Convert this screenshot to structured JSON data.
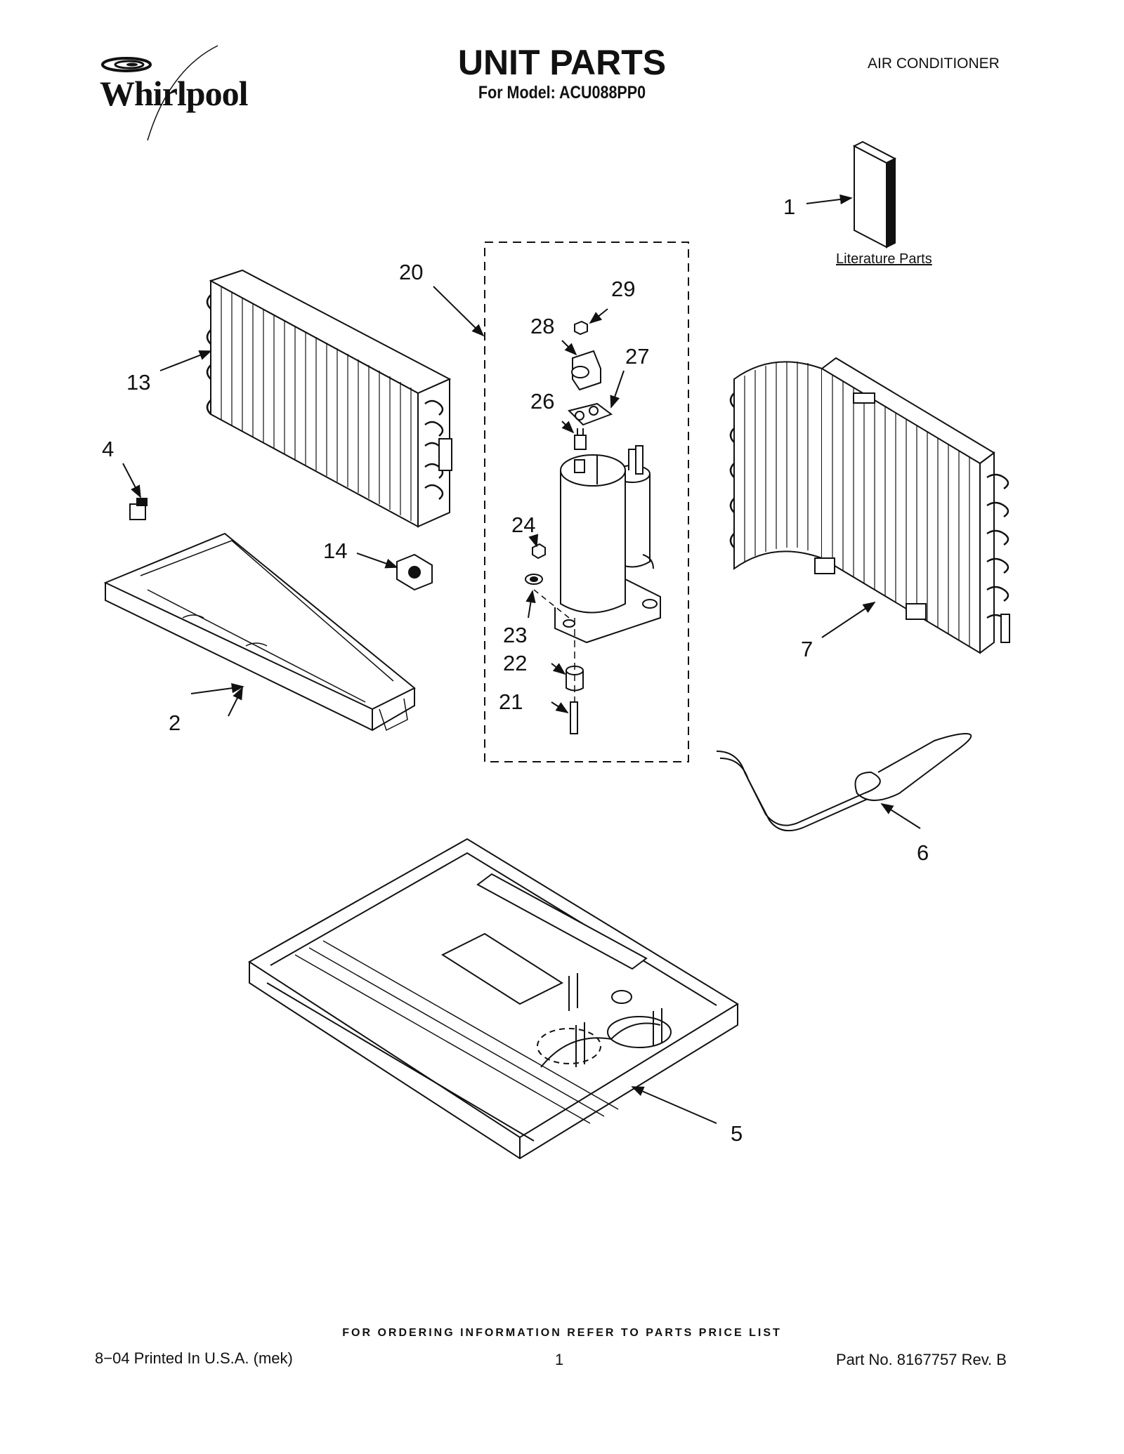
{
  "header": {
    "brand": "Whirlpool",
    "title": "UNIT PARTS",
    "subtitle": "For Model: ACU088PP0",
    "category": "AIR CONDITIONER"
  },
  "literature_label": "Literature Parts",
  "callouts": {
    "c1": "1",
    "c2": "2",
    "c4": "4",
    "c5": "5",
    "c6": "6",
    "c7": "7",
    "c13": "13",
    "c14": "14",
    "c20": "20",
    "c21": "21",
    "c22": "22",
    "c23": "23",
    "c24": "24",
    "c26": "26",
    "c27": "27",
    "c28": "28",
    "c29": "29"
  },
  "footer": {
    "ordering_note": "FOR ORDERING INFORMATION REFER TO PARTS PRICE LIST",
    "printed": "8−04 Printed In U.S.A. (mek)",
    "page": "1",
    "part_number": "Part No. 8167757 Rev. B"
  }
}
